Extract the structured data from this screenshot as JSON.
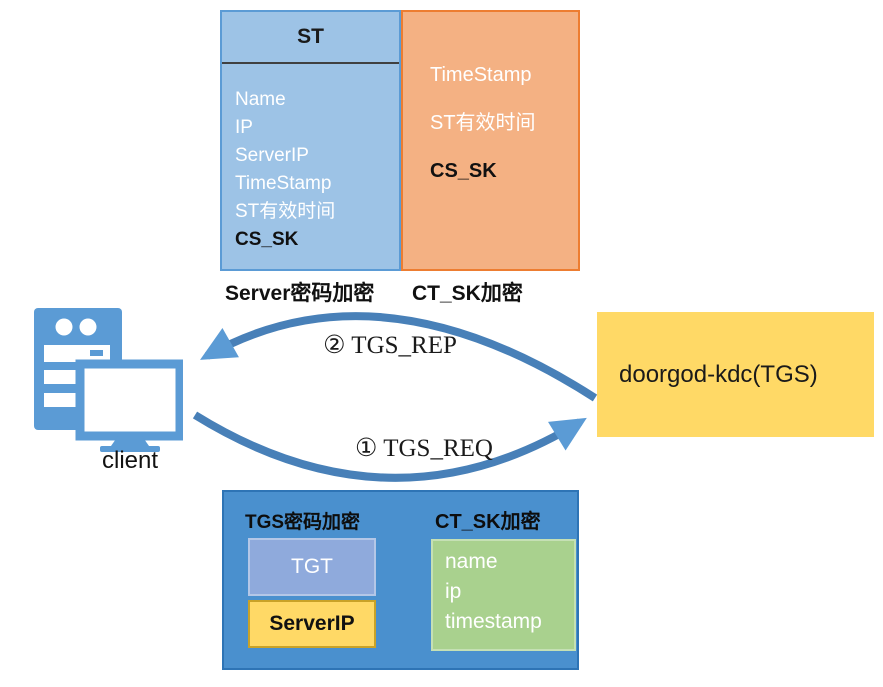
{
  "st_box": {
    "header": "ST",
    "items": [
      "Name",
      "IP",
      "ServerIP",
      "TimeStamp",
      "ST有效时间"
    ],
    "dark_item": "CS_SK",
    "fill": "#9DC3E6",
    "border": "#5B9BD5"
  },
  "enc_box": {
    "items": [
      "TimeStamp",
      "ST有效时间"
    ],
    "dark_item": "CS_SK",
    "fill": "#F4B183",
    "border": "#ED7D31"
  },
  "captions": {
    "server": "Server密码加密",
    "ctsk": "CT_SK加密"
  },
  "client": {
    "label": "client",
    "icon": "server-with-monitor-icon",
    "icon_color": "#5B9BD5"
  },
  "kdc": {
    "label": "doorgod-kdc(TGS)",
    "fill": "#FFD966"
  },
  "arrows": {
    "rep_label": "② TGS_REP",
    "req_label": "① TGS_REQ",
    "color": "#4880B8",
    "head_color": "#5B9BD5"
  },
  "request_box": {
    "fill": "#4A90CE",
    "border": "#2E74B5",
    "tgs_caption": "TGS密码加密",
    "ctsk_caption": "CT_SK加密",
    "tgt": {
      "label": "TGT",
      "fill": "#8FAADC"
    },
    "serverip": {
      "label": "ServerIP",
      "fill": "#FFD966"
    },
    "payload": {
      "items": [
        "name",
        "ip",
        "timestamp"
      ],
      "fill": "#A9D18E"
    }
  }
}
